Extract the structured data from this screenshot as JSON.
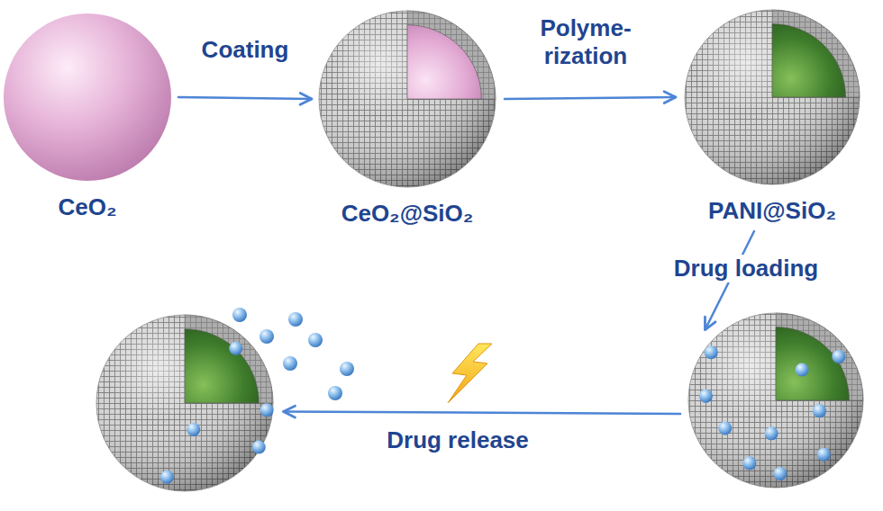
{
  "diagram": {
    "nodes": [
      {
        "text": [
          "CeO₂"
        ]
      },
      {
        "text": [
          "CeO₂@SiO₂"
        ]
      },
      {
        "text": [
          "PANI@SiO₂"
        ]
      },
      {
        "text": []
      },
      {
        "text": []
      }
    ],
    "edges": [
      {
        "from": 0,
        "to": 1,
        "arrow": "to",
        "label": "Coating"
      },
      {
        "from": 1,
        "to": 2,
        "arrow": "to",
        "label": "Polyme- rization"
      },
      {
        "from": 2,
        "to": 3,
        "arrow": "to",
        "label": "Drug loading"
      },
      {
        "from": 3,
        "to": 4,
        "arrow": "to",
        "label": "Drug release"
      }
    ]
  }
}
